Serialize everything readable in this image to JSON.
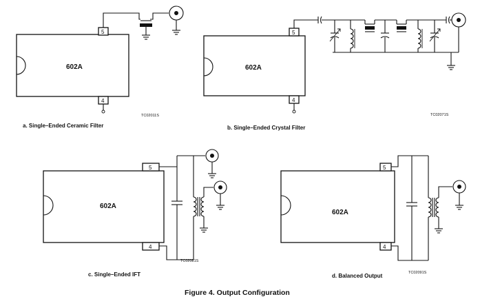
{
  "chip_label": "602A",
  "pins": {
    "output": "5",
    "bottom": "4"
  },
  "panels": {
    "a": {
      "caption": "a.  Single–Ended Ceramic Filter",
      "code": "TC02011S"
    },
    "b": {
      "caption": "b.  Single–Ended Crystal Filter",
      "code": "TC02071S"
    },
    "c": {
      "caption": "c.  Single–Ended IFT",
      "code": "TC02081S"
    },
    "d": {
      "caption": "d.  Balanced Output",
      "code": "TC02091S"
    }
  },
  "figure_caption": "Figure 4.  Output Configuration"
}
